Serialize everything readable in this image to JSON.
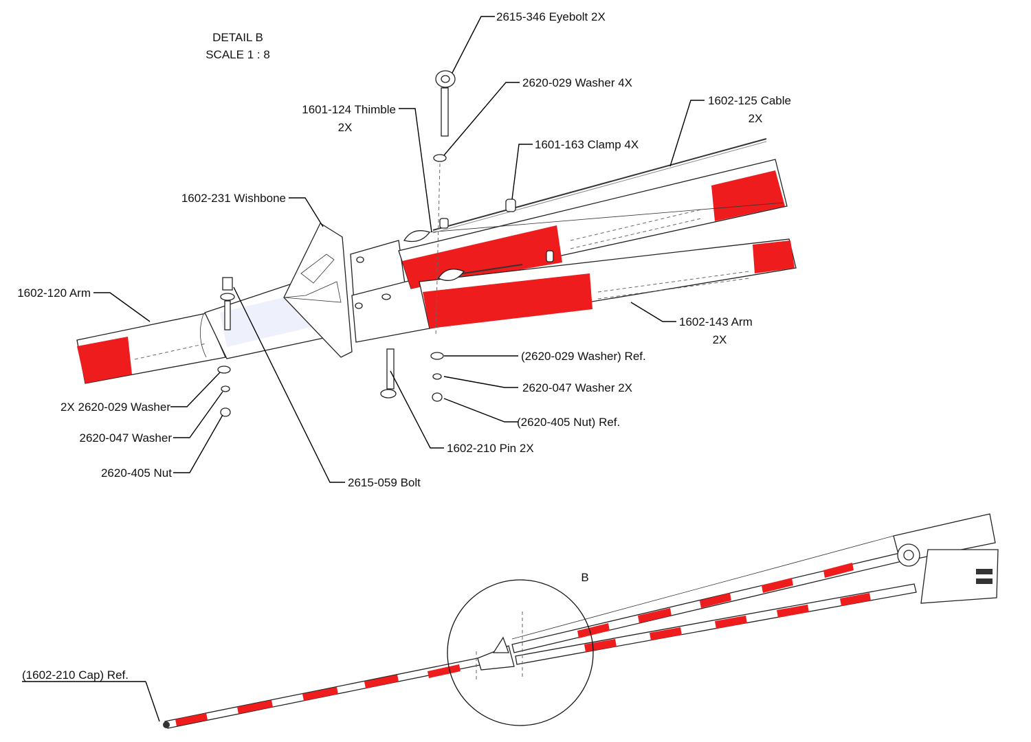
{
  "detail": {
    "title": "DETAIL B",
    "scale": "SCALE 1 : 8",
    "marker": "B"
  },
  "callouts": {
    "eyebolt": "2615-346 Eyebolt  2X",
    "washer_top": "2620-029 Washer  4X",
    "thimble_1": "1601-124 Thimble",
    "thimble_2": "2X",
    "cable_1": "1602-125 Cable",
    "cable_2": "2X",
    "clamp": "1601-163 Clamp  4X",
    "wishbone": "1602-231 Wishbone",
    "arm_left": "1602-120 Arm",
    "arm_right_1": "1602-143 Arm",
    "arm_right_2": "2X",
    "washer_ref": "(2620-029 Washer) Ref.",
    "washer_047_2x": "2620-047 Washer  2X",
    "nut_ref": "(2620-405 Nut) Ref.",
    "pin": "1602-210 Pin  2X",
    "washer_029_2x": "2X  2620-029 Washer",
    "washer_047": "2620-047 Washer",
    "nut": "2620-405 Nut",
    "bolt": "2615-059 Bolt",
    "cap_ref": "(1602-210 Cap) Ref."
  },
  "colors": {
    "stripe_red": "#ee1c1c",
    "outline": "#222222"
  }
}
